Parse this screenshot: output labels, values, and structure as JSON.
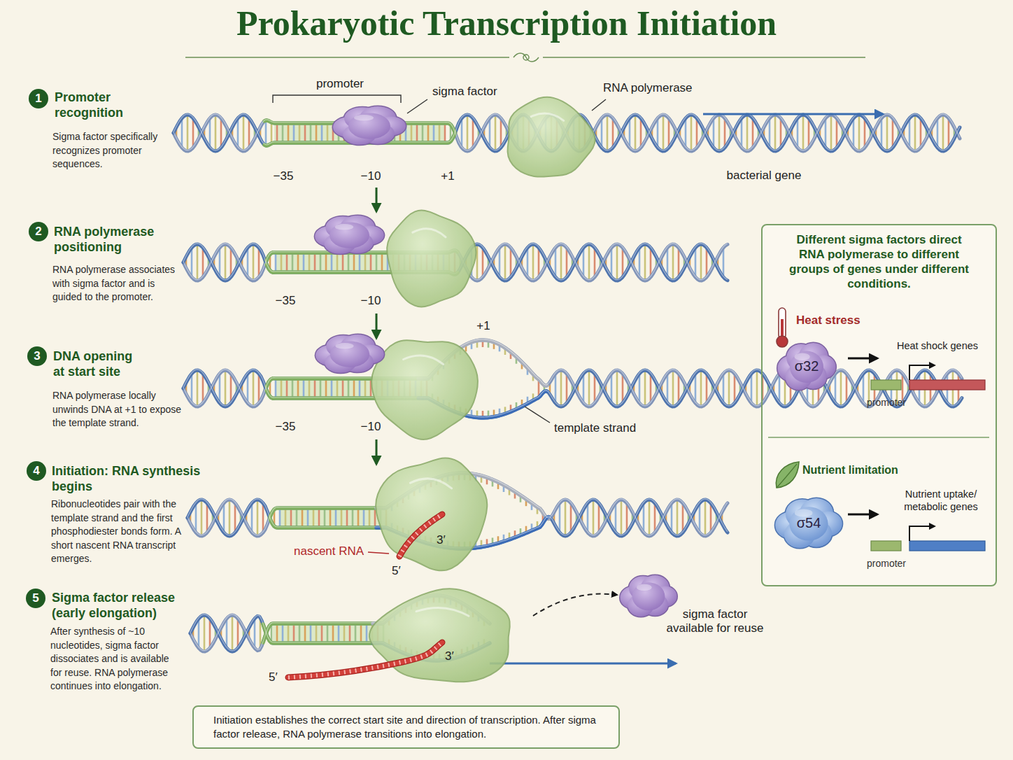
{
  "diagram": {
    "title": "Prokaryotic Transcription Initiation",
    "caption": "Initiation establishes the correct start site and direction of transcription. After sigma factor release, RNA polymerase transitions into elongation.",
    "nodes": [
      {
        "text": [
          "1"
        ]
      },
      {
        "text": [
          "2"
        ]
      },
      {
        "text": [
          "3"
        ]
      },
      {
        "text": [
          "4"
        ]
      },
      {
        "text": [
          "5"
        ]
      },
      {
        "text": [
          "Different sigma factors direct RNA polymerase to different groups of genes under different conditions."
        ]
      },
      {
        "text": [
          "σ32"
        ],
        "in": 5
      },
      {
        "text": [
          "σ54"
        ],
        "in": 5
      }
    ],
    "labels": [
      "Promoter recognition",
      "Sigma factor specifically recognizes promoter sequences.",
      "promoter",
      "sigma factor",
      "RNA polymerase",
      "−35",
      "−10",
      "+1",
      "bacterial gene",
      "RNA polymerase positioning",
      "RNA polymerase associates with sigma factor and is guided to the promoter.",
      "−35",
      "−10",
      "DNA opening at start site",
      "RNA polymerase locally unwinds DNA at +1 to expose the template strand.",
      "+1",
      "−35",
      "−10",
      "template strand",
      "Initiation: RNA synthesis begins",
      "Ribonucleotides pair with the template strand and the first phosphodiester bonds form. A short nascent RNA transcript emerges.",
      "nascent RNA",
      "3′",
      "5′",
      "Sigma factor release (early elongation)",
      "After synthesis of ~10 nucleotides, sigma factor dissociates and is available for reuse. RNA polymerase continues into elongation.",
      "5′",
      "3′",
      "sigma factor available for reuse",
      "Heat stress",
      "Heat shock genes",
      "promoter",
      "Nutrient limitation",
      "Nutrient uptake/ metabolic genes",
      "promoter"
    ]
  }
}
